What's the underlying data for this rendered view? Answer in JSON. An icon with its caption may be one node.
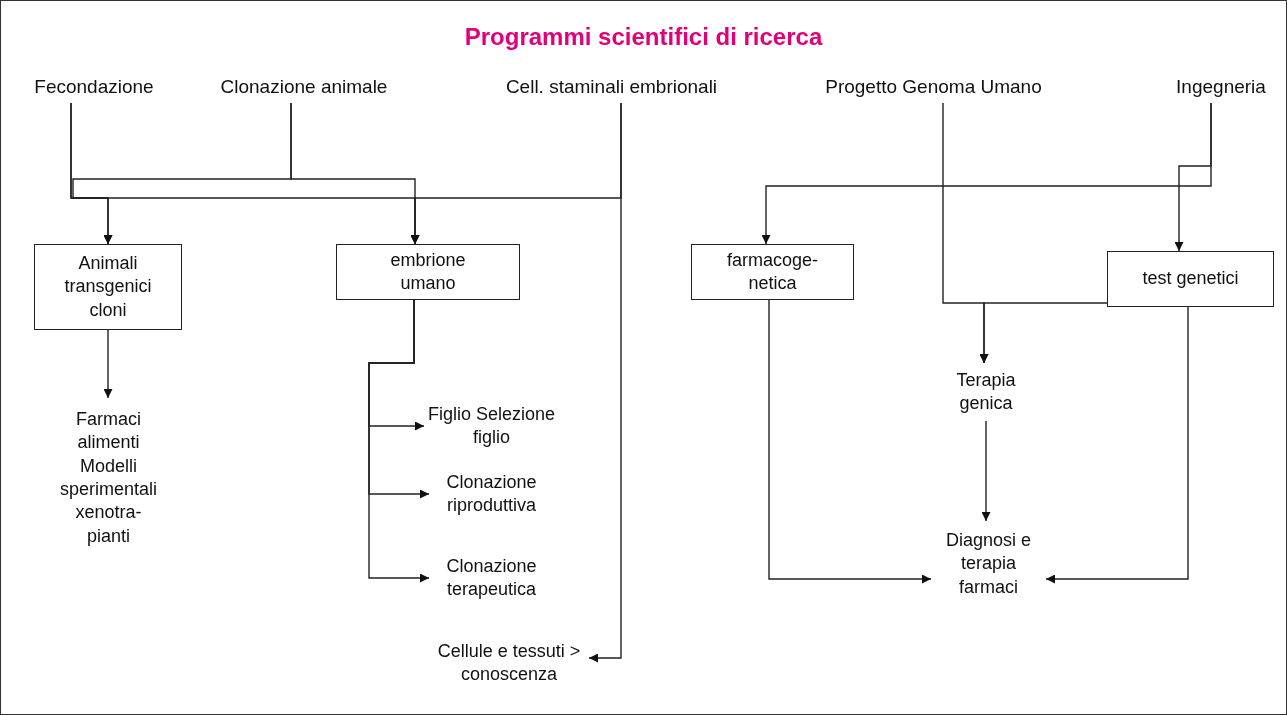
{
  "diagram": {
    "title": "Programmi scientifici di ricerca",
    "nodes": [
      {
        "text": [
          "Fecondazione"
        ]
      },
      {
        "text": [
          "Clonazione animale"
        ]
      },
      {
        "text": [
          "Cell. staminali embrionali"
        ]
      },
      {
        "text": [
          "Progetto Genoma Umano"
        ]
      },
      {
        "text": [
          "Ingegneria"
        ]
      },
      {
        "text": [
          "Animali transgenici cloni"
        ]
      },
      {
        "text": [
          "embrione umano"
        ]
      },
      {
        "text": [
          "farmacoge- netica"
        ]
      },
      {
        "text": [
          "test genetici"
        ]
      },
      {
        "text": [
          "Farmaci alimenti Modelli sperimentali xenotra- pianti"
        ]
      },
      {
        "text": [
          "Figlio Selezione figlio"
        ]
      },
      {
        "text": [
          "Clonazione riproduttiva"
        ]
      },
      {
        "text": [
          "Clonazione terapeutica"
        ]
      },
      {
        "text": [
          "Cellule e tessuti > conoscenza"
        ]
      },
      {
        "text": [
          "Terapia genica"
        ]
      },
      {
        "text": [
          "Diagnosi e terapia farmaci"
        ]
      }
    ],
    "edges": [
      {
        "from": 0,
        "to": 5,
        "arrow": "to"
      },
      {
        "from": 0,
        "to": 6,
        "arrow": "to"
      },
      {
        "from": 1,
        "to": 5,
        "arrow": "to"
      },
      {
        "from": 1,
        "to": 6,
        "arrow": "to"
      },
      {
        "from": 2,
        "to": 6,
        "arrow": "to"
      },
      {
        "from": 2,
        "to": 13,
        "arrow": "to"
      },
      {
        "from": 4,
        "to": 7,
        "arrow": "to"
      },
      {
        "from": 4,
        "to": 8,
        "arrow": "to"
      },
      {
        "from": 5,
        "to": 9,
        "arrow": "to"
      },
      {
        "from": 6,
        "to": 10,
        "arrow": "to"
      },
      {
        "from": 6,
        "to": 11,
        "arrow": "to"
      },
      {
        "from": 6,
        "to": 12,
        "arrow": "to"
      },
      {
        "from": 3,
        "to": 14,
        "arrow": "to"
      },
      {
        "from": 8,
        "to": 14,
        "arrow": "to"
      },
      {
        "from": 14,
        "to": 15,
        "arrow": "to"
      },
      {
        "from": 7,
        "to": 15,
        "arrow": "to"
      },
      {
        "from": 8,
        "to": 15,
        "arrow": "to"
      }
    ]
  }
}
